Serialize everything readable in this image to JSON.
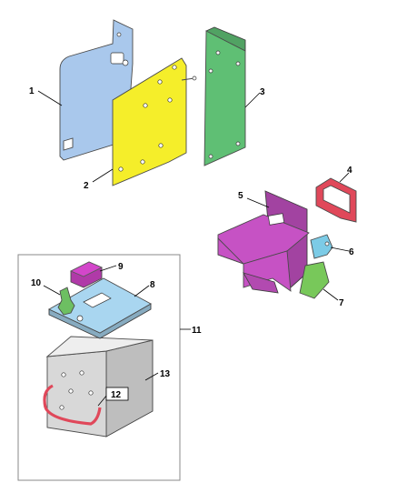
{
  "callouts": {
    "c1": "1",
    "c2": "2",
    "c3": "3",
    "c4": "4",
    "c5": "5",
    "c6": "6",
    "c7": "7",
    "c8": "8",
    "c9": "9",
    "c10": "10",
    "c11": "11",
    "c12": "12",
    "c13": "13"
  },
  "colors": {
    "part_1": "#a9c8ec",
    "part_2": "#f5ee2a",
    "part_3": "#5fbf74",
    "part_4": "#e0485a",
    "part_5": "#c652c4",
    "part_6": "#7ccbe6",
    "part_7": "#78c85a",
    "part_8": "#a9d6f0",
    "part_9": "#b03aa8",
    "part_10": "#6dbf62",
    "part_12": "#e0485a",
    "part_13": "#d8d8d8",
    "assembly_frame": "#8a8a8a"
  }
}
